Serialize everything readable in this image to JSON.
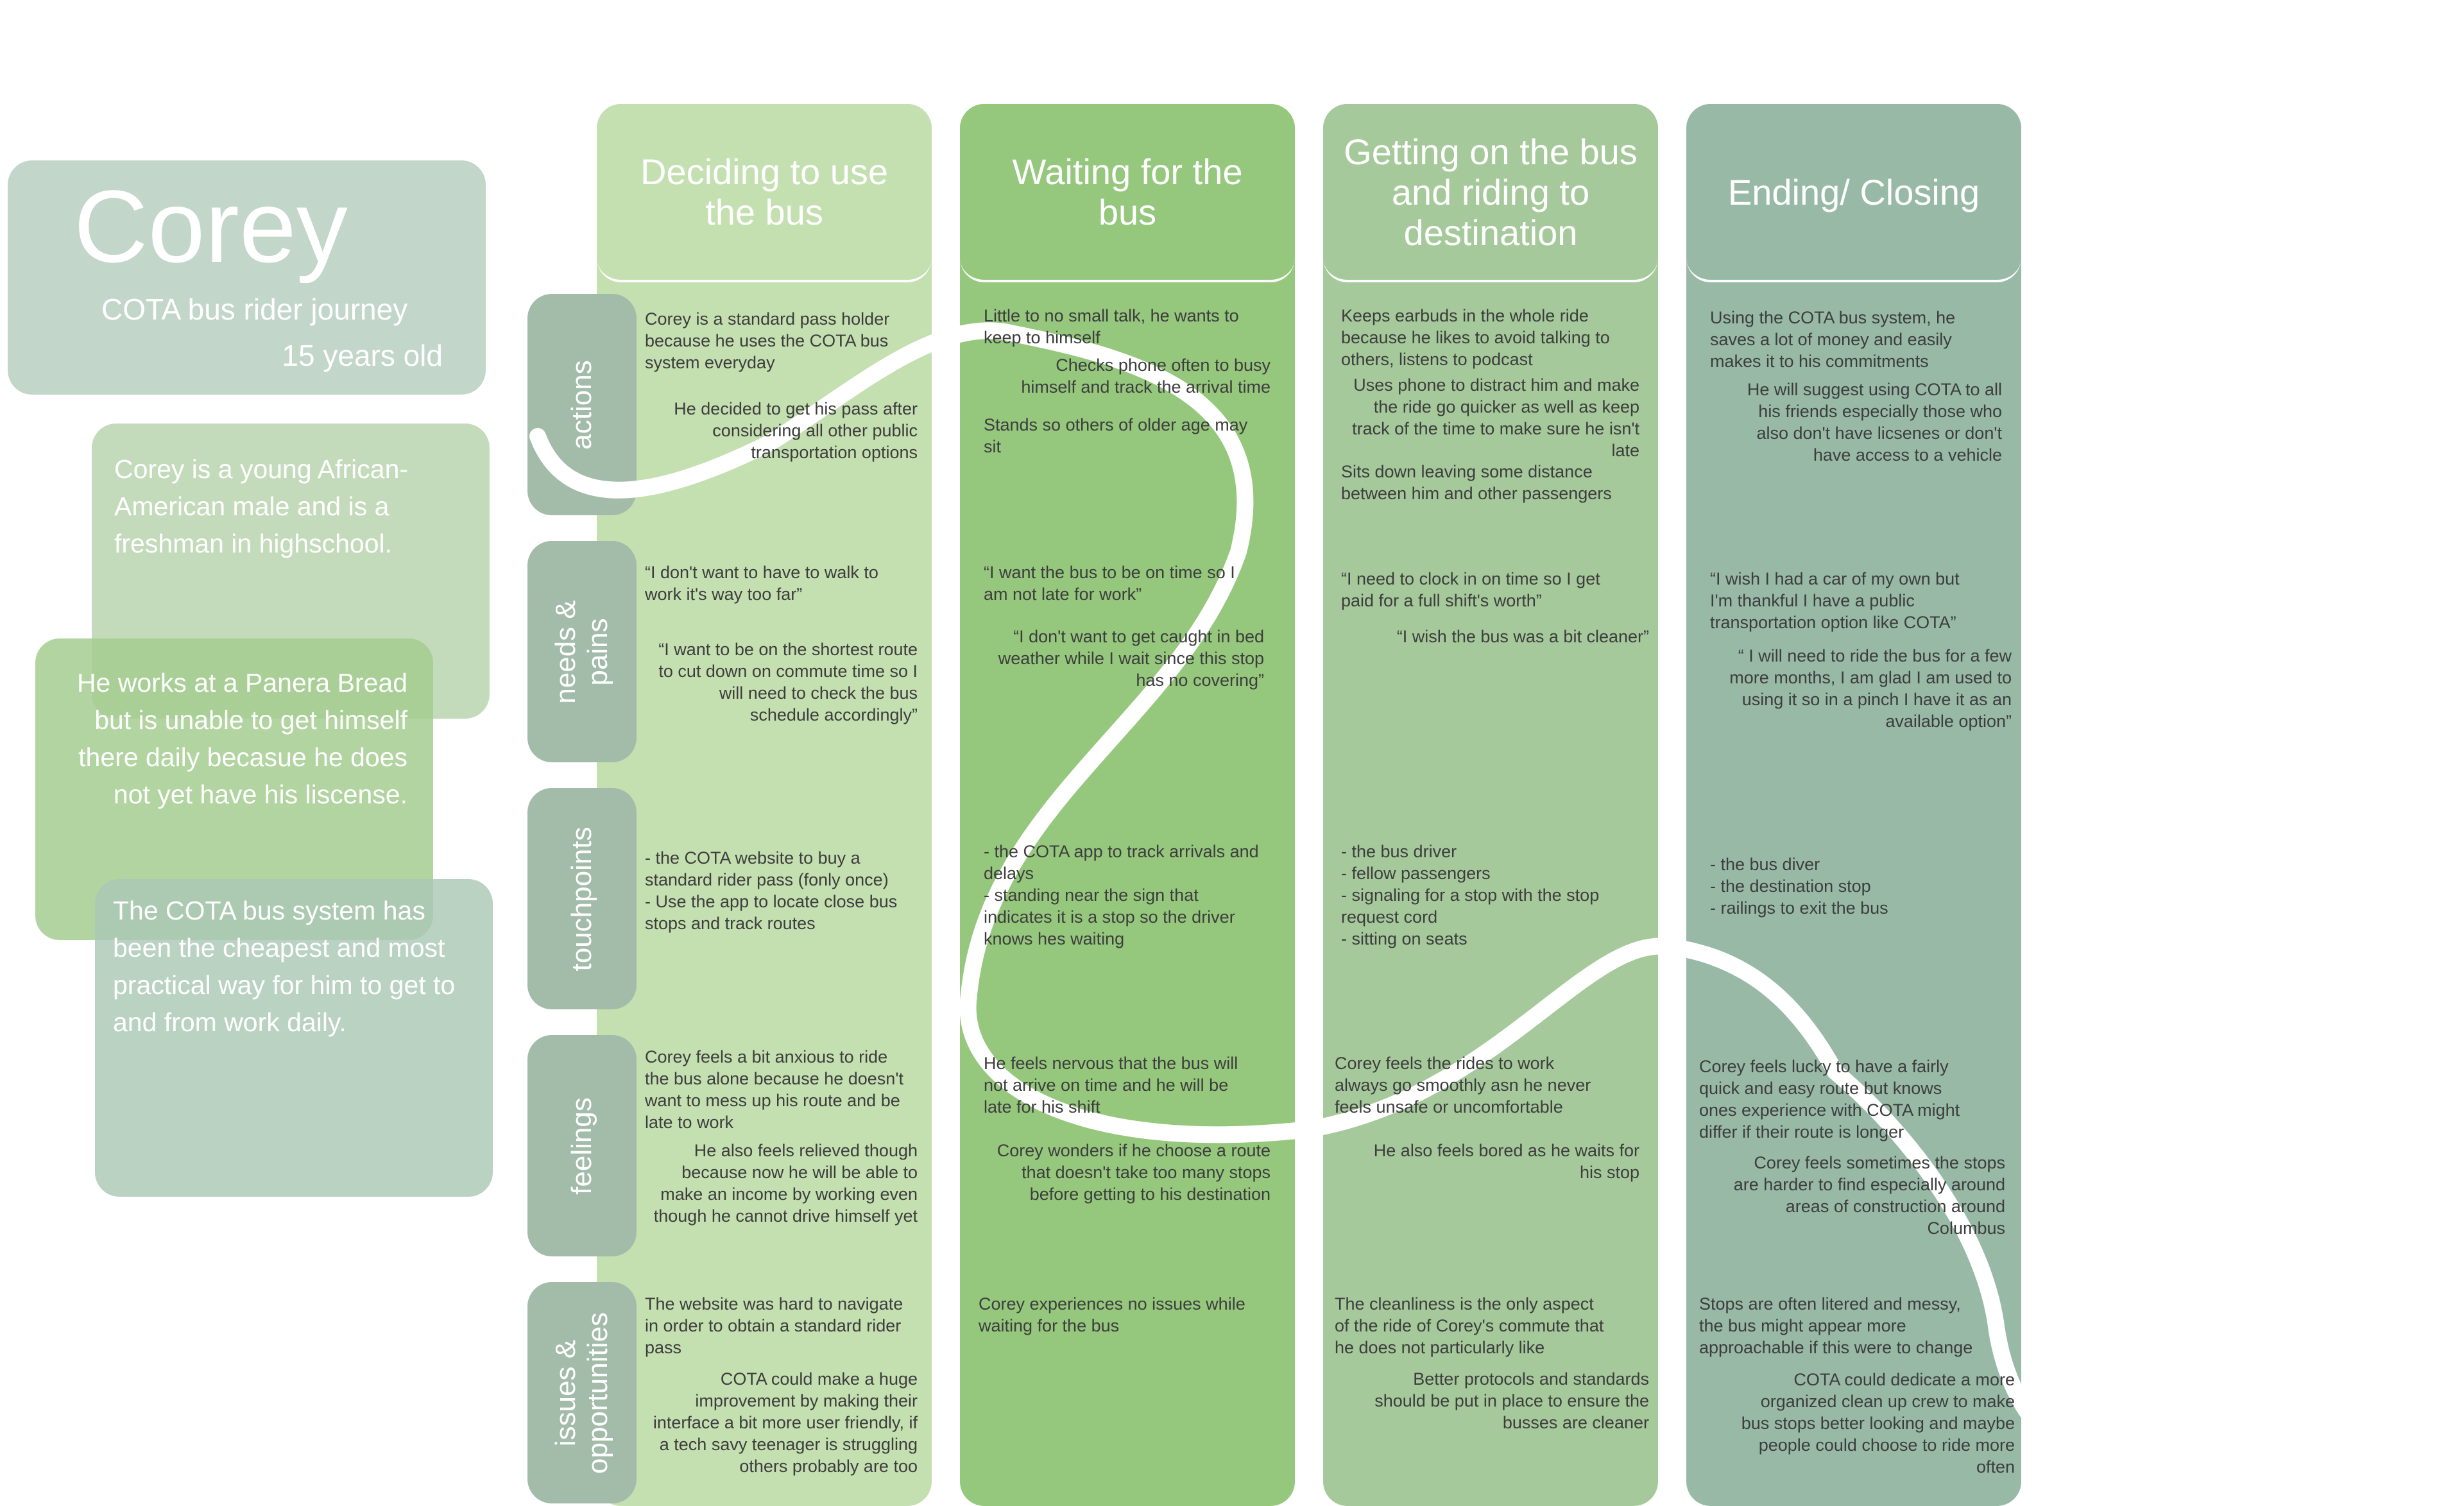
{
  "persona": {
    "name": "Corey",
    "subtitle": "COTA bus rider journey",
    "age": "15 years old",
    "about1": "Corey is a young African-American male and is a freshman in highschool.",
    "about2": "He works at a Panera Bread but is unable to get himself there daily becasue he does not yet have his liscense.",
    "about3": "The COTA bus system has been the cheapest and most practical way for him to get to and from work daily."
  },
  "colors": {
    "col1": "#c4dfb0",
    "col2": "#95c77d",
    "col3": "#a5c99a",
    "col4": "#97b9a6",
    "rowlabel": "#a3bcaa",
    "path": "#ffffff"
  },
  "stages": [
    {
      "title": "Deciding to use the bus"
    },
    {
      "title": "Waiting for the bus"
    },
    {
      "title": "Getting on the bus and riding to destination"
    },
    {
      "title": "Ending/ Closing"
    }
  ],
  "rows": [
    "actions",
    "needs & pains",
    "touchpoints",
    "feelings",
    "issues & opportunities"
  ],
  "cells": {
    "actions": [
      [
        "Corey is a standard pass holder because he uses the COTA bus system everyday",
        "He decided to get his pass after considering all other public transportation options"
      ],
      [
        "Little to no small talk, he wants to keep to himself",
        "Checks phone often to busy himself and track the arrival time",
        "Stands so others of older age may sit"
      ],
      [
        "Keeps earbuds in the whole ride because he likes to avoid talking to others, listens to podcast",
        "Uses phone to distract him and make the ride go quicker as well as keep track of the time to make sure he isn't late",
        "Sits down leaving some distance between him and other passengers"
      ],
      [
        "Using the COTA bus system, he saves a lot of money and easily makes it to his commitments",
        "He will suggest using COTA to all his friends especially those who also don't have licsenes or don't have access to a vehicle"
      ]
    ],
    "needs": [
      [
        "“I don't want to have to walk to work it's way too far”",
        "“I want to be on the shortest route to cut down on commute time so I will need to check the bus schedule accordingly”"
      ],
      [
        "“I want the bus to be on time so I am not late for work”",
        "“I don't want to get caught in bed weather while I wait since this stop has no covering”"
      ],
      [
        "“I need to clock in on time so I get paid for a full shift's worth”",
        "“I wish the bus was a bit cleaner”"
      ],
      [
        "“I wish I had a car of my own but I'm thankful I have a public transportation option like COTA”",
        "“ I will need to ride the bus for a few more months, I am glad I am used to using it so in a pinch I have it as an available option”"
      ]
    ],
    "touchpoints": [
      [
        "- the COTA website to buy a standard rider pass (fonly once)",
        "- Use the app to locate close bus stops and track routes"
      ],
      [
        "- the COTA app to track arrivals and delays",
        "- standing near the sign that indicates it is a stop so the driver knows hes waiting"
      ],
      [
        "- the bus driver",
        "- fellow passengers",
        "- signaling for a stop with the stop request cord",
        "- sitting on seats"
      ],
      [
        "-  the bus diver",
        "- the destination stop",
        "- railings to exit the bus"
      ]
    ],
    "feelings": [
      [
        "Corey feels a bit anxious to ride the bus alone because he doesn't want to mess up his route and be late to work",
        "He also feels relieved though because now he will be able to make an income by working even though he cannot drive himself yet"
      ],
      [
        "He feels nervous that the bus will not arrive on time and he will be late for his shift",
        "Corey wonders if he choose a route that doesn't take too many stops before getting to his destination"
      ],
      [
        "Corey feels the rides to work always go smoothly asn he never feels unsafe or uncomfortable",
        "He also feels bored as he waits for his stop"
      ],
      [
        "Corey feels lucky to have a fairly quick and easy route but knows ones experience with COTA might differ if their route is longer",
        "Corey feels sometimes the stops are harder to find especially around areas of construction around Columbus"
      ]
    ],
    "issues": [
      [
        "The website was hard to navigate in order to obtain a standard rider pass",
        "COTA could make a huge improvement by making their interface a bit more user friendly, if a tech savy teenager is struggling others probably are too"
      ],
      [
        "Corey experiences no issues while waiting for the bus"
      ],
      [
        "The cleanliness is the only aspect of the ride of Corey's commute that he does not particularly like",
        "Better protocols and standards should be put in place to ensure the busses are cleaner"
      ],
      [
        "Stops are often litered and messy, the bus might appear more approachable if this were to change",
        "COTA could dedicate a more organized clean up crew to make bus stops better looking and maybe people could choose to ride more often"
      ]
    ]
  }
}
